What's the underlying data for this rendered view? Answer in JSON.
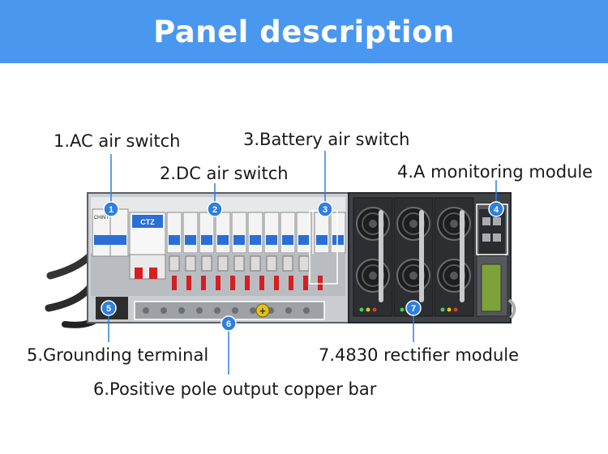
{
  "header": {
    "title": "Panel description"
  },
  "callouts": [
    {
      "number": "1",
      "label": "1.AC air switch"
    },
    {
      "number": "2",
      "label": "2.DC air switch"
    },
    {
      "number": "3",
      "label": "3.Battery air switch"
    },
    {
      "number": "4",
      "label": "4.A monitoring module"
    },
    {
      "number": "5",
      "label": "5.Grounding terminal"
    },
    {
      "number": "6",
      "label": "6.Positive pole output copper bar"
    },
    {
      "number": "7",
      "label": "7.4830 rectifier module"
    }
  ],
  "device_marks": {
    "breaker_brand": "CHINT",
    "spd_brand": "CTZ"
  },
  "colors": {
    "banner": "#4a97f0",
    "callout": "#2d7fe0",
    "breaker_blue": "#2a6fd6",
    "wire_red": "#d42020"
  }
}
